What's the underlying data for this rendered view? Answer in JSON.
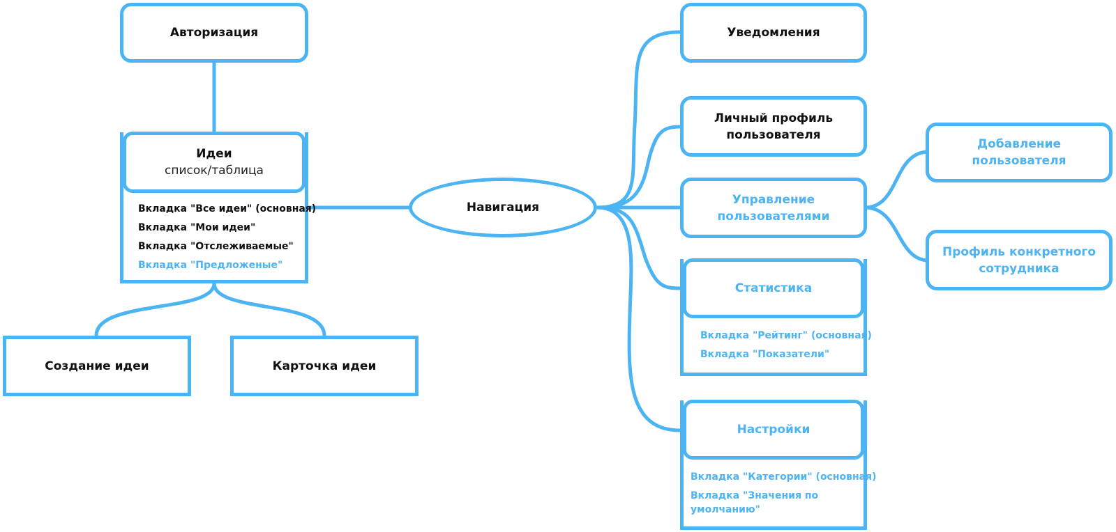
{
  "nodes": {
    "auth": "Авторизация",
    "ideas_title": "Идеи",
    "ideas_subtitle": "список/таблица",
    "ideas_tabs": [
      "Вкладка \"Все идеи\" (основная)",
      "Вкладка \"Мои идеи\"",
      "Вкладка \"Отслеживаемые\"",
      "Вкладка \"Предложеные\""
    ],
    "create_idea": "Создание идеи",
    "idea_card": "Карточка идеи",
    "navigation": "Навигация",
    "notifications": "Уведомления",
    "profile_line1": "Личный профиль",
    "profile_line2": "пользователя",
    "users_mgmt_line1": "Управление",
    "users_mgmt_line2": "пользователями",
    "add_user_line1": "Добавление",
    "add_user_line2": "пользователя",
    "employee_profile_line1": "Профиль конкретного",
    "employee_profile_line2": "сотрудника",
    "statistics": "Статистика",
    "statistics_tabs": [
      "Вкладка \"Рейтинг\" (основная)",
      "Вкладка \"Показатели\""
    ],
    "settings": "Настройки",
    "settings_tabs": [
      "Вкладка \"Категории\" (основная)",
      "Вкладка \"Значения по умолчанию\""
    ]
  },
  "colors": {
    "accent": "#4db4f3",
    "text": "#111111"
  }
}
